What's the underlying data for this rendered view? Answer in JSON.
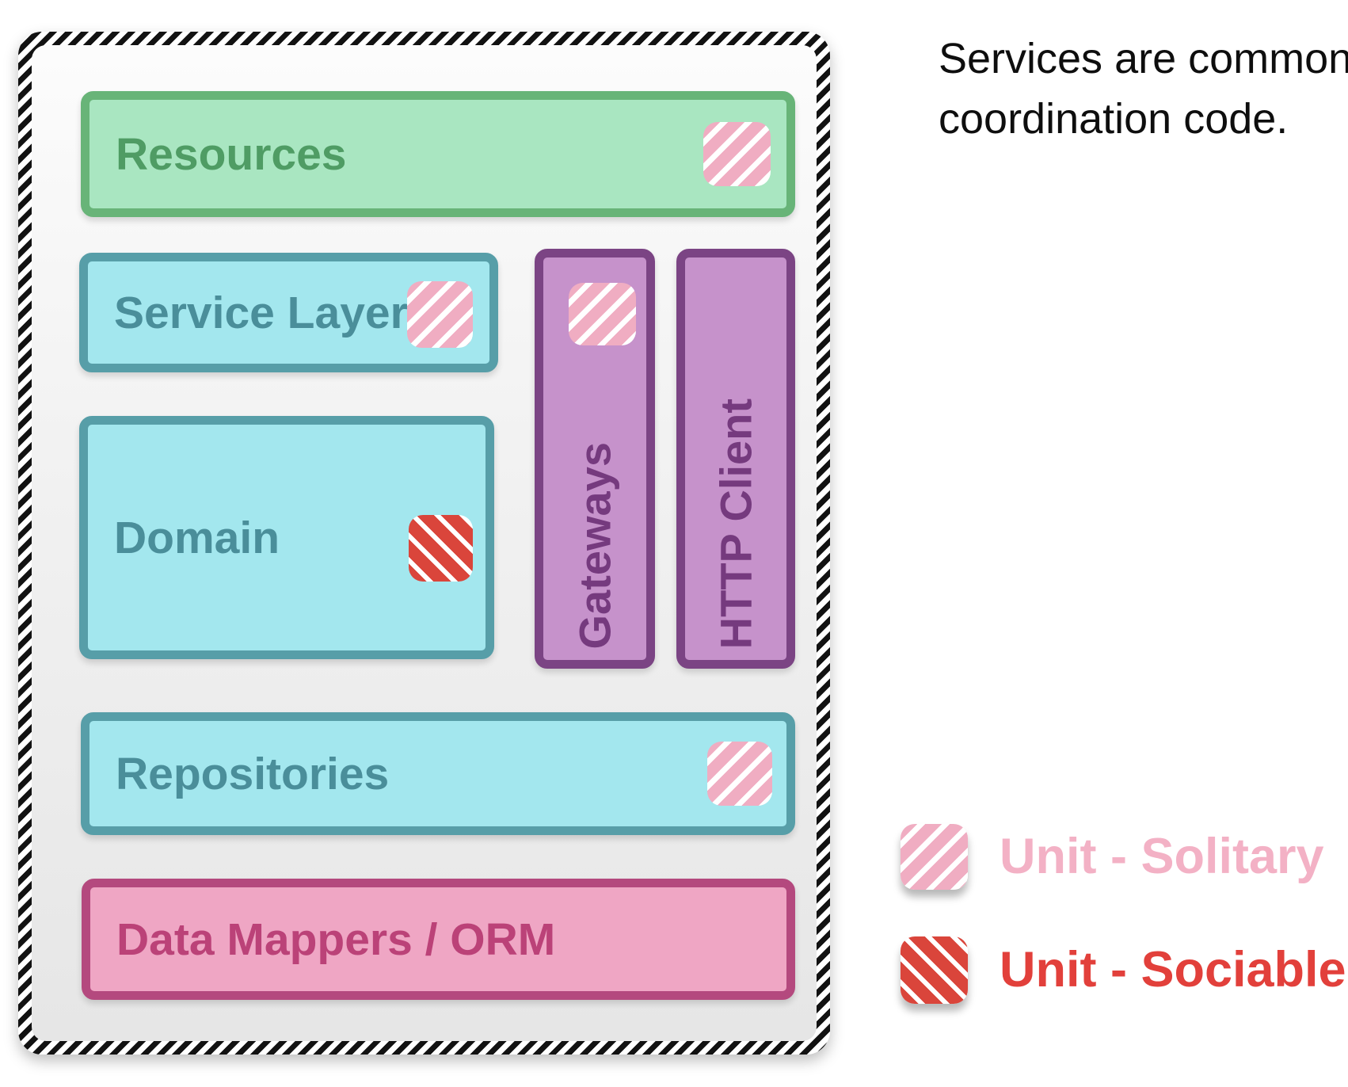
{
  "annotation": {
    "line1": "Services are commonly a",
    "line2": "coordination code."
  },
  "diagram": {
    "layers": [
      {
        "id": "resources",
        "label": "Resources",
        "badge": "unit-solitary",
        "orientation": "horizontal"
      },
      {
        "id": "service-layer",
        "label": "Service Layer",
        "badge": "unit-solitary",
        "orientation": "horizontal"
      },
      {
        "id": "domain",
        "label": "Domain",
        "badge": "unit-sociable",
        "orientation": "horizontal"
      },
      {
        "id": "gateways",
        "label": "Gateways",
        "badge": "unit-solitary",
        "orientation": "vertical"
      },
      {
        "id": "http-client",
        "label": "HTTP Client",
        "badge": null,
        "orientation": "vertical"
      },
      {
        "id": "repositories",
        "label": "Repositories",
        "badge": "unit-solitary",
        "orientation": "horizontal"
      },
      {
        "id": "data-mappers",
        "label": "Data Mappers / ORM",
        "badge": null,
        "orientation": "horizontal"
      }
    ]
  },
  "legend": {
    "items": [
      {
        "label": "Unit - Solitary",
        "type": "solitary",
        "swatch_color": "#f0adc2",
        "text_color": "#f3b1c5"
      },
      {
        "label": "Unit - Sociable",
        "type": "sociable",
        "swatch_color": "#da453b",
        "text_color": "#e2403b"
      }
    ]
  },
  "colors": {
    "frame_stripe": "#121212",
    "frame_background": "#efefef",
    "green_fill": "#a9e6c1",
    "green_border": "#68b478",
    "green_text": "#4f9c64",
    "cyan_fill": "#a3e7ee",
    "cyan_border": "#579ea8",
    "cyan_text": "#4a8e9a",
    "purple_fill": "#c692cb",
    "purple_border": "#7b4484",
    "purple_text": "#753a7e",
    "pink_fill": "#efa6c4",
    "pink_border": "#b4497e",
    "pink_text": "#bb4278",
    "hatch_solitary": "#f0adc2",
    "hatch_sociable": "#da453b",
    "annotation_text": "#0e0e0e"
  }
}
